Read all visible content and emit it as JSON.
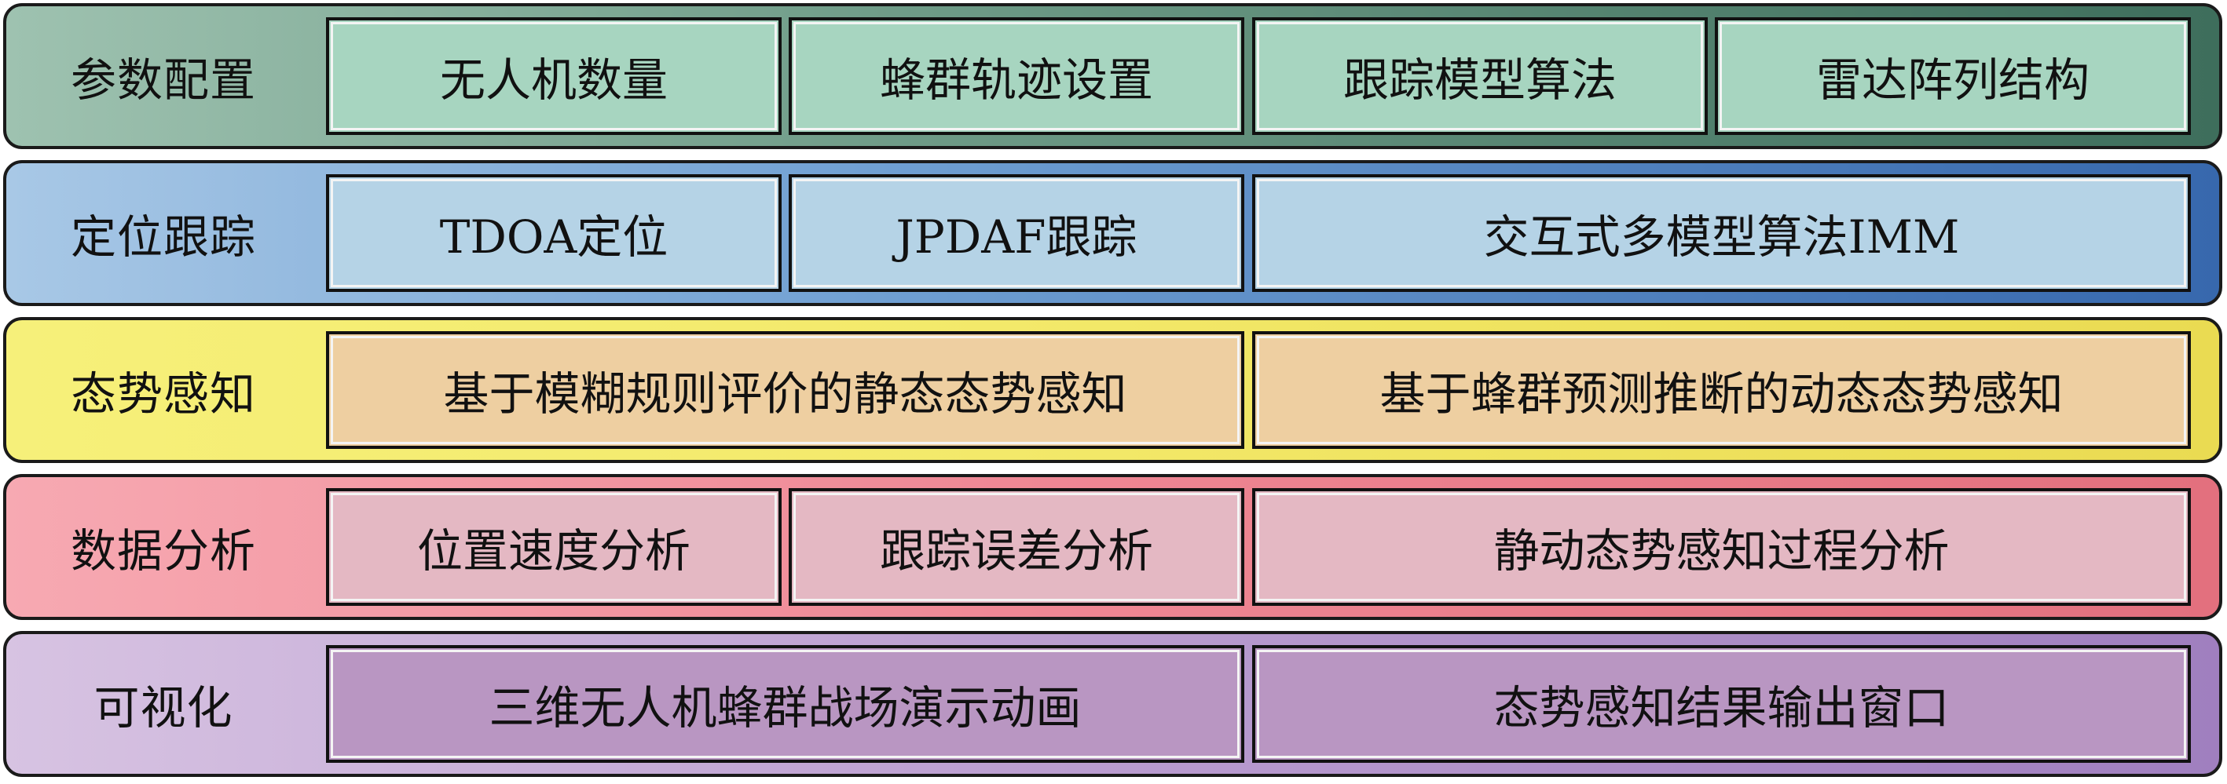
{
  "rows": [
    {
      "label": "参数配置",
      "items": [
        "无人机数量",
        "蜂群轨迹设置",
        "跟踪模型算法",
        "雷达阵列结构"
      ]
    },
    {
      "label": "定位跟踪",
      "items": [
        "TDOA定位",
        "JPDAF跟踪",
        "交互式多模型算法IMM"
      ]
    },
    {
      "label": "态势感知",
      "items": [
        "基于模糊规则评价的静态态势感知",
        "基于蜂群预测推断的动态态势感知"
      ]
    },
    {
      "label": "数据分析",
      "items": [
        "位置速度分析",
        "跟踪误差分析",
        "静动态势感知过程分析"
      ]
    },
    {
      "label": "可视化",
      "items": [
        "三维无人机蜂群战场演示动画",
        "态势感知结果输出窗口"
      ]
    }
  ]
}
